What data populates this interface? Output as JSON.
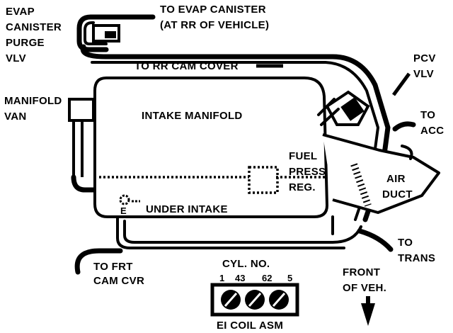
{
  "labels": {
    "evap_purge_line1": "EVAP",
    "evap_purge_line2": "CANISTER",
    "evap_purge_line3": "PURGE",
    "evap_purge_line4": "VLV",
    "to_evap_line1": "TO EVAP CANISTER",
    "to_evap_line2": "(AT RR OF VEHICLE)",
    "to_rr_cam": "TO RR CAM COVER",
    "pcv_line1": "PCV",
    "pcv_line2": "VLV",
    "manifold_van_line1": "MANIFOLD",
    "manifold_van_line2": "VAN",
    "intake_manifold": "INTAKE  MANIFOLD",
    "to_acc_line1": "TO",
    "to_acc_line2": "ACC",
    "fuel_line1": "FUEL",
    "fuel_line2": "PRESS",
    "fuel_line3": "REG.",
    "air_duct_line1": "AIR",
    "air_duct_line2": "DUCT",
    "under_intake": "UNDER INTAKE",
    "e_mark": "E",
    "to_trans_line1": "TO",
    "to_trans_line2": "TRANS",
    "to_frt_line1": "TO FRT",
    "to_frt_line2": "CAM CVR",
    "cyl_no": "CYL. NO.",
    "cyl_1": "1",
    "cyl_43": "43",
    "cyl_62": "62",
    "cyl_5": "5",
    "front_line1": "FRONT",
    "front_line2": "OF VEH.",
    "ei_coil": "EI COIL ASM"
  }
}
